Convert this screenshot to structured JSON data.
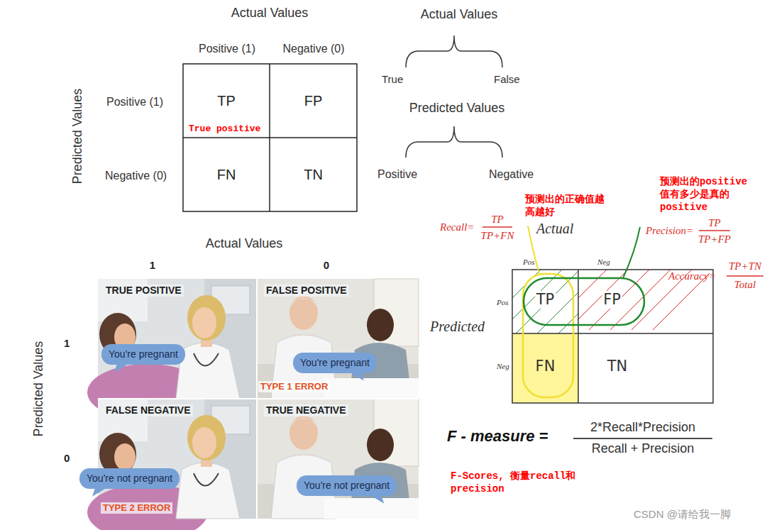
{
  "diagram": {
    "nodes": [
      {
        "text": [
          "TP",
          "True positive"
        ]
      },
      {
        "text": [
          "FP"
        ]
      },
      {
        "text": [
          "FN"
        ]
      },
      {
        "text": [
          "TN"
        ]
      },
      {
        "text": [
          "TRUE POSITIVE"
        ]
      },
      {
        "text": [
          "You're pregnant"
        ],
        "in": 4
      },
      {
        "text": [
          "FALSE POSITIVE",
          "TYPE 1 ERROR"
        ]
      },
      {
        "text": [
          "You're pregnant"
        ],
        "in": 6
      },
      {
        "text": [
          "FALSE NEGATIVE",
          "TYPE 2 ERROR"
        ]
      },
      {
        "text": [
          "You're not pregnant"
        ],
        "in": 8
      },
      {
        "text": [
          "TRUE NEGATIVE"
        ]
      },
      {
        "text": [
          "You're not pregnant"
        ],
        "in": 10
      },
      {
        "text": [
          "TP"
        ]
      },
      {
        "text": [
          "FP"
        ]
      },
      {
        "text": [
          "FN"
        ]
      },
      {
        "text": [
          "TN"
        ]
      }
    ],
    "labels": [
      "Actual Values",
      "Positive (1)",
      "Negative (0)",
      "Predicted Values",
      "Positive (1)",
      "Negative (0)",
      "Actual Values",
      "True",
      "False",
      "Predicted Values",
      "Positive",
      "Negative",
      "Actual Values",
      "1",
      "0",
      "Predicted Values",
      "1",
      "0",
      "预测出的正确值越高越好",
      "预测出的positive值有多少是真的positive",
      "Recall=",
      "TP",
      "TP+FN",
      "Actual",
      "Precision=",
      "TP",
      "TP+FP",
      "Accuracy=",
      "TP+TN",
      "Total",
      "Pos",
      "Neg",
      "Pos",
      "Neg",
      "Predicted",
      "F - measure =",
      "2*Recall*Precision",
      "Recall + Precision",
      "F-Scores, 衡量recall和precision",
      "CSDN @请给我一脚"
    ]
  }
}
